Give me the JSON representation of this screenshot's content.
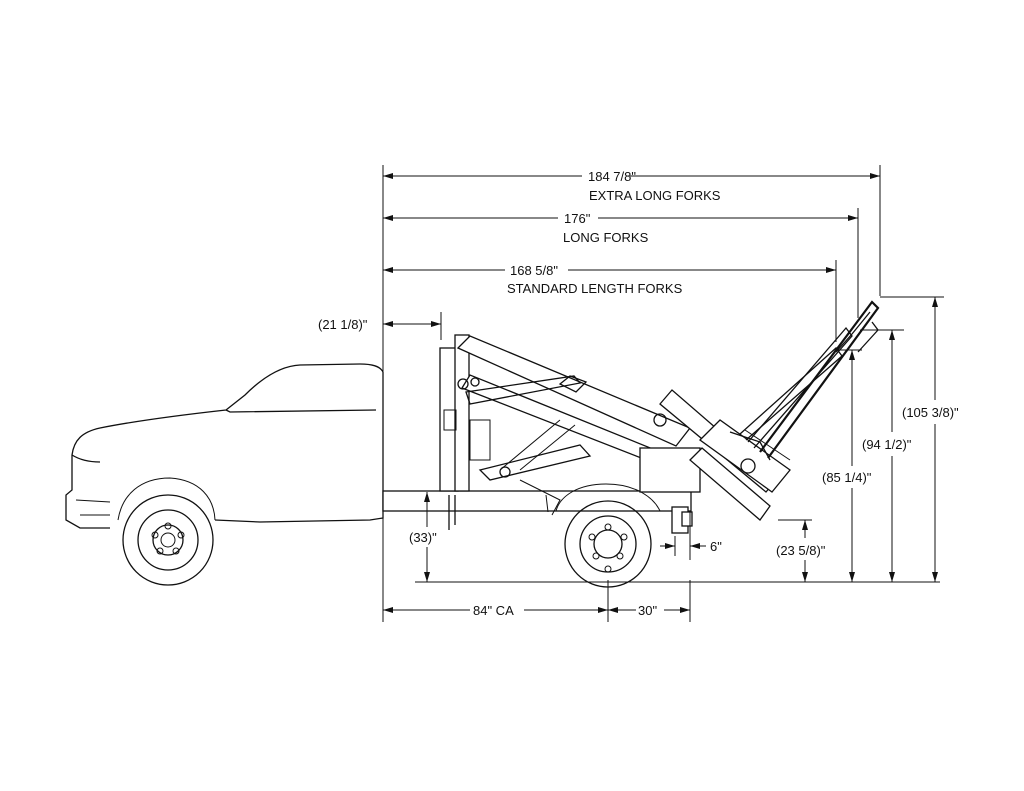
{
  "dimensions": {
    "extra_long": {
      "value": "184 7/8\"",
      "label": "EXTRA LONG FORKS"
    },
    "long": {
      "value": "176\"",
      "label": "LONG FORKS"
    },
    "standard": {
      "value": "168 5/8\"",
      "label": "STANDARD LENGTH FORKS"
    },
    "overhang": "(21 1/8)\"",
    "frame_height": "(33)\"",
    "rear_offset": "6\"",
    "under_clearance": "(23 5/8)\"",
    "height_1": "(85 1/4)\"",
    "height_2": "(94 1/2)\"",
    "height_3": "(105 3/8)\"",
    "cab_to_axle": "84\" CA",
    "axle_to_end": "30\""
  }
}
